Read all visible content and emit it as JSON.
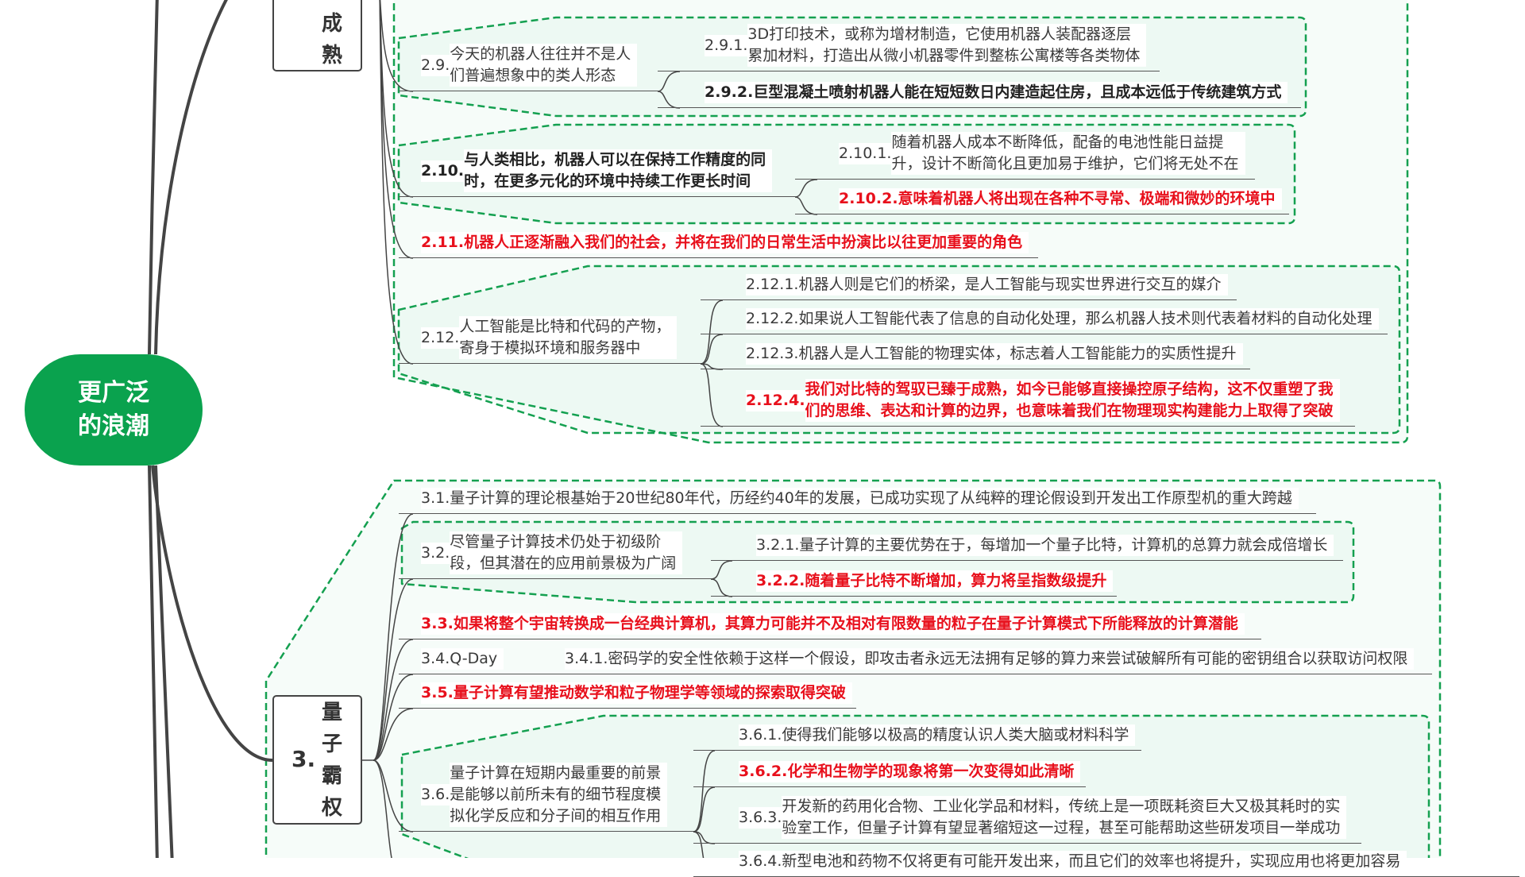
{
  "colors": {
    "root": "#0aa24e",
    "highlight": "#e8101c",
    "group_border": "#14a050",
    "line": "#444444"
  },
  "root": {
    "lines": [
      "更广泛",
      "的浪潮"
    ]
  },
  "branch2": {
    "chars": [
      "成",
      "熟"
    ]
  },
  "branch3": {
    "number": "3.",
    "chars": [
      "量",
      "子",
      "霸",
      "权"
    ]
  },
  "nodes": {
    "n2_9": {
      "num": "2.9.",
      "lines": [
        "今天的机器人往往并不是人",
        "们普遍想象中的类人形态"
      ]
    },
    "n2_9_1": {
      "num": "2.9.1.",
      "lines": [
        "3D打印技术，或称为增材制造，它使用机器人装配器逐层",
        "累加材料，打造出从微小机器零件到整栋公寓楼等各类物体"
      ]
    },
    "n2_9_2": {
      "num": "2.9.2.",
      "lines": [
        "巨型混凝土喷射机器人能在短短数日内建造起住房，且成本远低于传统建筑方式"
      ]
    },
    "n2_10": {
      "num": "2.10.",
      "lines": [
        "与人类相比，机器人可以在保持工作精度的同",
        "时，在更多元化的环境中持续工作更长时间"
      ]
    },
    "n2_10_1": {
      "num": "2.10.1.",
      "lines": [
        "随着机器人成本不断降低，配备的电池性能日益提",
        "升，设计不断简化且更加易于维护，它们将无处不在"
      ]
    },
    "n2_10_2": {
      "num": "2.10.2.",
      "lines": [
        "意味着机器人将出现在各种不寻常、极端和微妙的环境中"
      ]
    },
    "n2_11": {
      "num": "2.11.",
      "lines": [
        "机器人正逐渐融入我们的社会，并将在我们的日常生活中扮演比以往更加重要的角色"
      ]
    },
    "n2_12": {
      "num": "2.12.",
      "lines": [
        "人工智能是比特和代码的产物，",
        "寄身于模拟环境和服务器中"
      ]
    },
    "n2_12_1": {
      "num": "2.12.1.",
      "lines": [
        "机器人则是它们的桥梁，是人工智能与现实世界进行交互的媒介"
      ]
    },
    "n2_12_2": {
      "num": "2.12.2.",
      "lines": [
        "如果说人工智能代表了信息的自动化处理，那么机器人技术则代表着材料的自动化处理"
      ]
    },
    "n2_12_3": {
      "num": "2.12.3.",
      "lines": [
        "机器人是人工智能的物理实体，标志着人工智能能力的实质性提升"
      ]
    },
    "n2_12_4": {
      "num": "2.12.4.",
      "lines": [
        "我们对比特的驾驭已臻于成熟，如今已能够直接操控原子结构，这不仅重塑了我",
        "们的思维、表达和计算的边界，也意味着我们在物理现实构建能力上取得了突破"
      ]
    },
    "n3_1": {
      "num": "3.1.",
      "lines": [
        "量子计算的理论根基始于20世纪80年代，历经约40年的发展，已成功实现了从纯粹的理论假设到开发出工作原型机的重大跨越"
      ]
    },
    "n3_2": {
      "num": "3.2.",
      "lines": [
        "尽管量子计算技术仍处于初级阶",
        "段，但其潜在的应用前景极为广阔"
      ]
    },
    "n3_2_1": {
      "num": "3.2.1.",
      "lines": [
        "量子计算的主要优势在于，每增加一个量子比特，计算机的总算力就会成倍增长"
      ]
    },
    "n3_2_2": {
      "num": "3.2.2.",
      "lines": [
        "随着量子比特不断增加，算力将呈指数级提升"
      ]
    },
    "n3_3": {
      "num": "3.3.",
      "lines": [
        "如果将整个宇宙转换成一台经典计算机，其算力可能并不及相对有限数量的粒子在量子计算模式下所能释放的计算潜能"
      ]
    },
    "n3_4": {
      "num": "3.4.",
      "lines": [
        "Q-Day"
      ]
    },
    "n3_4_1": {
      "num": "3.4.1.",
      "lines": [
        "密码学的安全性依赖于这样一个假设，即攻击者永远无法拥有足够的算力来尝试破解所有可能的密钥组合以获取访问权限"
      ]
    },
    "n3_5": {
      "num": "3.5.",
      "lines": [
        "量子计算有望推动数学和粒子物理学等领域的探索取得突破"
      ]
    },
    "n3_6": {
      "num": "3.6.",
      "lines": [
        "量子计算在短期内最重要的前景",
        "是能够以前所未有的细节程度模",
        "拟化学反应和分子间的相互作用"
      ]
    },
    "n3_6_1": {
      "num": "3.6.1.",
      "lines": [
        "使得我们能够以极高的精度认识人类大脑或材料科学"
      ]
    },
    "n3_6_2": {
      "num": "3.6.2.",
      "lines": [
        "化学和生物学的现象将第一次变得如此清晰"
      ]
    },
    "n3_6_3": {
      "num": "3.6.3.",
      "lines": [
        "开发新的药用化合物、工业化学品和材料，传统上是一项既耗资巨大又极其耗时的实",
        "验室工作，但量子计算有望显著缩短这一过程，甚至可能帮助这些研发项目一举成功"
      ]
    },
    "n3_6_4": {
      "num": "3.6.4.",
      "lines": [
        "新型电池和药物不仅将更有可能开发出来，而且它们的效率也将提升，实现应用也将更加容易"
      ]
    }
  }
}
